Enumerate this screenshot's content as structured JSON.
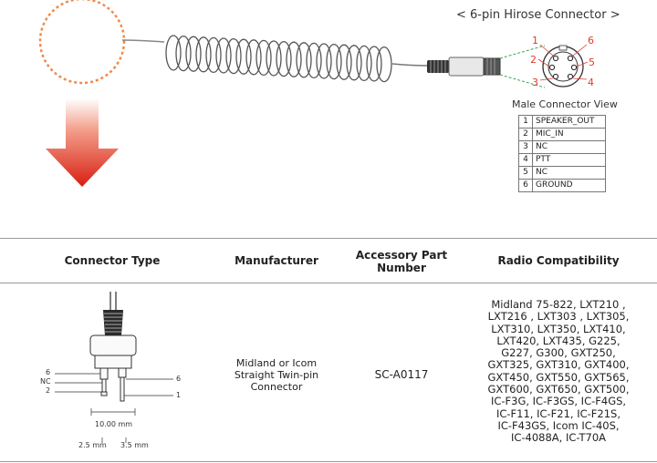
{
  "connector": {
    "title": "< 6-pin Hirose Connector >",
    "male_view_label": "Male Connector View",
    "pin_numbers": [
      "1",
      "2",
      "3",
      "4",
      "5",
      "6"
    ],
    "pins": [
      {
        "num": "1",
        "signal": "SPEAKER_OUT"
      },
      {
        "num": "2",
        "signal": "MIC_IN"
      },
      {
        "num": "3",
        "signal": "NC"
      },
      {
        "num": "4",
        "signal": "PTT"
      },
      {
        "num": "5",
        "signal": "NC"
      },
      {
        "num": "6",
        "signal": "GROUND"
      }
    ]
  },
  "table": {
    "headers": {
      "connector_type": "Connector Type",
      "manufacturer": "Manufacturer",
      "part_number_line1": "Accessory Part",
      "part_number_line2": "Number",
      "compatibility": "Radio Compatibility"
    },
    "row": {
      "manufacturer_lines": [
        "Midland or Icom",
        "Straight Twin-pin",
        "Connector"
      ],
      "part_number": "SC-A0117",
      "compatibility_lines": [
        "Midland 75-822, LXT210 ,",
        "LXT216 , LXT303 , LXT305,",
        "LXT310, LXT350, LXT410,",
        "LXT420, LXT435, G225,",
        "G227, G300, GXT250,",
        "GXT325, GXT310, GXT400,",
        "GXT450, GXT550, GXT565,",
        "GXT600, GXT650, GXT500,",
        "IC-F3G, IC-F3GS, IC-F4GS,",
        "IC-F11, IC-F21, IC-F21S,",
        "IC-F43GS, Icom IC-40S,",
        "IC-4088A, IC-T70A"
      ]
    },
    "plug_diagram": {
      "left_labels": [
        "6",
        "NC",
        "2"
      ],
      "right_labels": [
        "6",
        "1"
      ],
      "dim_total": "10.00 mm",
      "dim_left": "2.5 mm",
      "dim_right": "3.5 mm"
    }
  },
  "colors": {
    "arrow": "#e0261b",
    "dashed_circle": "#f08a4b",
    "pin_red": "#e03a2a",
    "pin_green": "#3aa346"
  }
}
